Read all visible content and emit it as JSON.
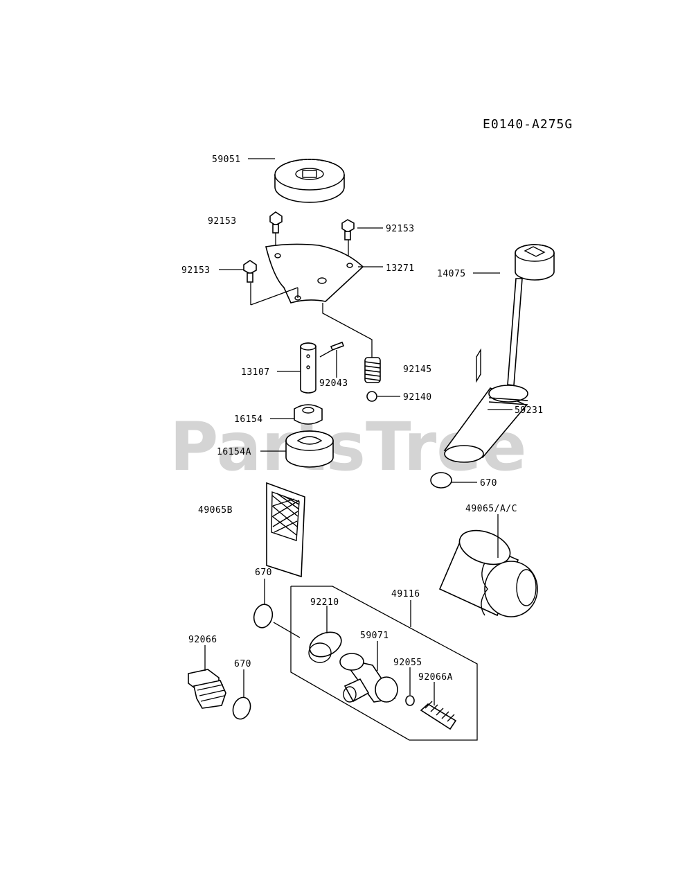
{
  "diagram_code": "E0140-A275G",
  "watermark": {
    "text": "PartsTree",
    "trademark": "™"
  },
  "parts": {
    "p59051": "59051",
    "p92153_a": "92153",
    "p92153_b": "92153",
    "p92153_c": "92153",
    "p13271": "13271",
    "p14075": "14075",
    "p13107": "13107",
    "p92043": "92043",
    "p92145": "92145",
    "p92140": "92140",
    "p59231": "59231",
    "p16154": "16154",
    "p16154A": "16154A",
    "p670_a": "670",
    "p49065B": "49065B",
    "p49065AC": "49065/A/C",
    "p670_b": "670",
    "p49116": "49116",
    "p92210": "92210",
    "p59071": "59071",
    "p92066": "92066",
    "p670_c": "670",
    "p92055": "92055",
    "p92066A": "92066A"
  }
}
